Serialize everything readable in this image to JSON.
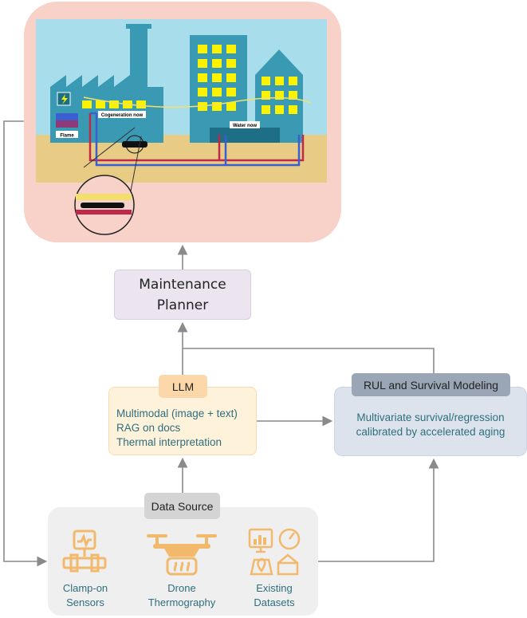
{
  "scene": {
    "labels": {
      "cogeneration": "Cogeneration now",
      "water": "Water now",
      "flame": "Flame"
    }
  },
  "planner": {
    "line1": "Maintenance",
    "line2": "Planner"
  },
  "llm": {
    "title": "LLM",
    "lines": [
      "Multimodal (image + text)",
      "RAG on docs",
      "Thermal interpretation"
    ]
  },
  "rul": {
    "title": "RUL and Survival Modeling",
    "lines": [
      "Multivariate survival/regression",
      "calibrated by accelerated aging"
    ]
  },
  "data_source": {
    "title": "Data Source",
    "items": [
      {
        "line1": "Clamp-on",
        "line2": "Sensors",
        "icon": "clamp-sensor-icon"
      },
      {
        "line1": "Drone",
        "line2": "Thermography",
        "icon": "drone-icon"
      },
      {
        "line1": "Existing",
        "line2": "Datasets",
        "icon": "datasets-icon"
      }
    ]
  },
  "colors": {
    "hero_bg": "#f8d2c8",
    "sky": "#a8ddec",
    "ground": "#e8cc86",
    "building": "#3a9ab4",
    "window": "#fbf200",
    "llm_bg": "#fef2db",
    "rul_bg": "#dde3ec",
    "icon_orange": "#f2b86b",
    "text_teal": "#2e6e7e"
  }
}
